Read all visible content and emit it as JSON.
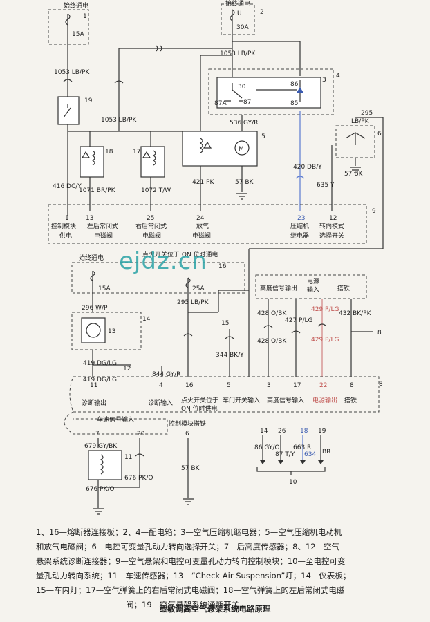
{
  "fuse_box_1": {
    "num": "1",
    "label": "始终通电",
    "fuse": "15A"
  },
  "fuse_box_2": {
    "num": "2",
    "label": "始终通电",
    "terminal": "U",
    "fuse": "30A"
  },
  "relay_3": {
    "num": "3",
    "group": "4",
    "pins": [
      "30",
      "87A",
      "87",
      "86",
      "85"
    ]
  },
  "switch_19": {
    "num": "19"
  },
  "wires_top": {
    "w1053_left": "1053  LB/PK",
    "w1053_mid": "1053  LB/PK",
    "w1053_right": "1053  LB/PK",
    "w536": "536  GY/R",
    "w416": "416  DC/Y",
    "w1071": "1071  BR/PK",
    "w1072": "1072  T/W",
    "w421": "421  PK",
    "w57a": "57  BK",
    "w420": "420  DB/Y",
    "w635": "635  Y",
    "w295": "295",
    "w57b": "57  BK"
  },
  "valve_18": {
    "num": "18"
  },
  "valve_17": {
    "num": "17"
  },
  "motor_5": {
    "num": "5"
  },
  "switch_6": {
    "num": "6",
    "wire": "LB/PK"
  },
  "module_9": {
    "num": "9",
    "pins": [
      {
        "pin": "1",
        "label": "控制模块",
        "label2": "供电"
      },
      {
        "pin": "13",
        "label": "左后常闭式",
        "label2": "电磁阀"
      },
      {
        "pin": "25",
        "label": "右后常闭式",
        "label2": "电磁阀"
      },
      {
        "pin": "24",
        "label": "放气",
        "label2": "电磁阀"
      },
      {
        "pin": "23",
        "label": "压缩机",
        "label2": "继电器"
      },
      {
        "pin": "12",
        "label": "转向模式",
        "label2": "选择开关"
      }
    ]
  },
  "watermark": "ejdz.cn",
  "fuse_box_16": {
    "num": "16",
    "label_left": "始终通电",
    "label_right": "点火开关位于 ON 位时通电",
    "fuse_left": "15A",
    "fuse_right": "25A"
  },
  "wires_mid": {
    "w296": "296  W/P",
    "w295": "295  LB/PK",
    "w428a": "428  O/BK",
    "w428b": "428  O/BK",
    "w427": "427  P/LG",
    "w429a": "429  P/LG",
    "w429b": "429  P/LG",
    "w432": "432  BK/PK",
    "w344": "344  BK/Y",
    "w419a": "419  DG/LG",
    "w419b": "419  DG/LG",
    "w844": "844  GY/R",
    "w679": "679  GY/BK",
    "w676a": "676  PK/O",
    "w676b": "676  PK/O",
    "w57": "57  BK",
    "w86": "86  GY/O",
    "w87": "87  T/Y",
    "w663": "663  R",
    "w634": "634",
    "wBR": "BR"
  },
  "lamp_13": {
    "num": "13",
    "cluster": "14"
  },
  "sensor_7": {
    "num": "7",
    "conn": "7"
  },
  "sensor_11": {
    "num": "11"
  },
  "conn_12": {
    "num": "12"
  },
  "conn_15": {
    "num": "15"
  },
  "upper_8": {
    "height_out": "高度信号输出",
    "power_in": "电源",
    "power_in2": "输入",
    "ground": "搭铁",
    "pin8": "8"
  },
  "module_8": {
    "num": "8",
    "pins": [
      {
        "pin": "11",
        "label": "诊断输出"
      },
      {
        "pin": "4",
        "label": "诊断输入"
      },
      {
        "pin": "16",
        "label": "点火开关位于",
        "label2": "ON 位时供电"
      },
      {
        "pin": "5",
        "label": "车门开关输入"
      },
      {
        "pin": "3",
        "label": ""
      },
      {
        "pin": "17",
        "label": "高度信号输入"
      },
      {
        "pin": "22",
        "label": "电源输出"
      },
      {
        "pin": "8",
        "label": "搭铁"
      }
    ],
    "speed_input": "车速信号输入",
    "speed_pins": [
      "7",
      "20"
    ],
    "ground_label": "控制模块搭铁",
    "ground_pin": "6"
  },
  "connector_10": {
    "num": "10",
    "pins": [
      "14",
      "26",
      "18",
      "19"
    ]
  },
  "legend": [
    "1、16—熔断器连接板；2、4—配电箱；3—空气压缩机继电器；5—空气压缩机电动机",
    "和放气电磁阀；6—电控可变量孔动力转向选择开关；7—后高度传感器；8、12—空气",
    "悬架系统诊断连接器；9—空气悬架和电控可变量孔动力转向控制模块；10—至电控可变",
    "量孔动力转向系统；11—车速传感器；13—“Check Air Suspension”灯；14—仪表板；",
    "15—车内灯；17—空气弹簧上的右后常闭式电磁阀；18—空气弹簧上的左后常闭式电磁",
    "阀；19—空气悬架系统通断开关"
  ],
  "caption": "载敏调高空气悬架系统电路原理"
}
